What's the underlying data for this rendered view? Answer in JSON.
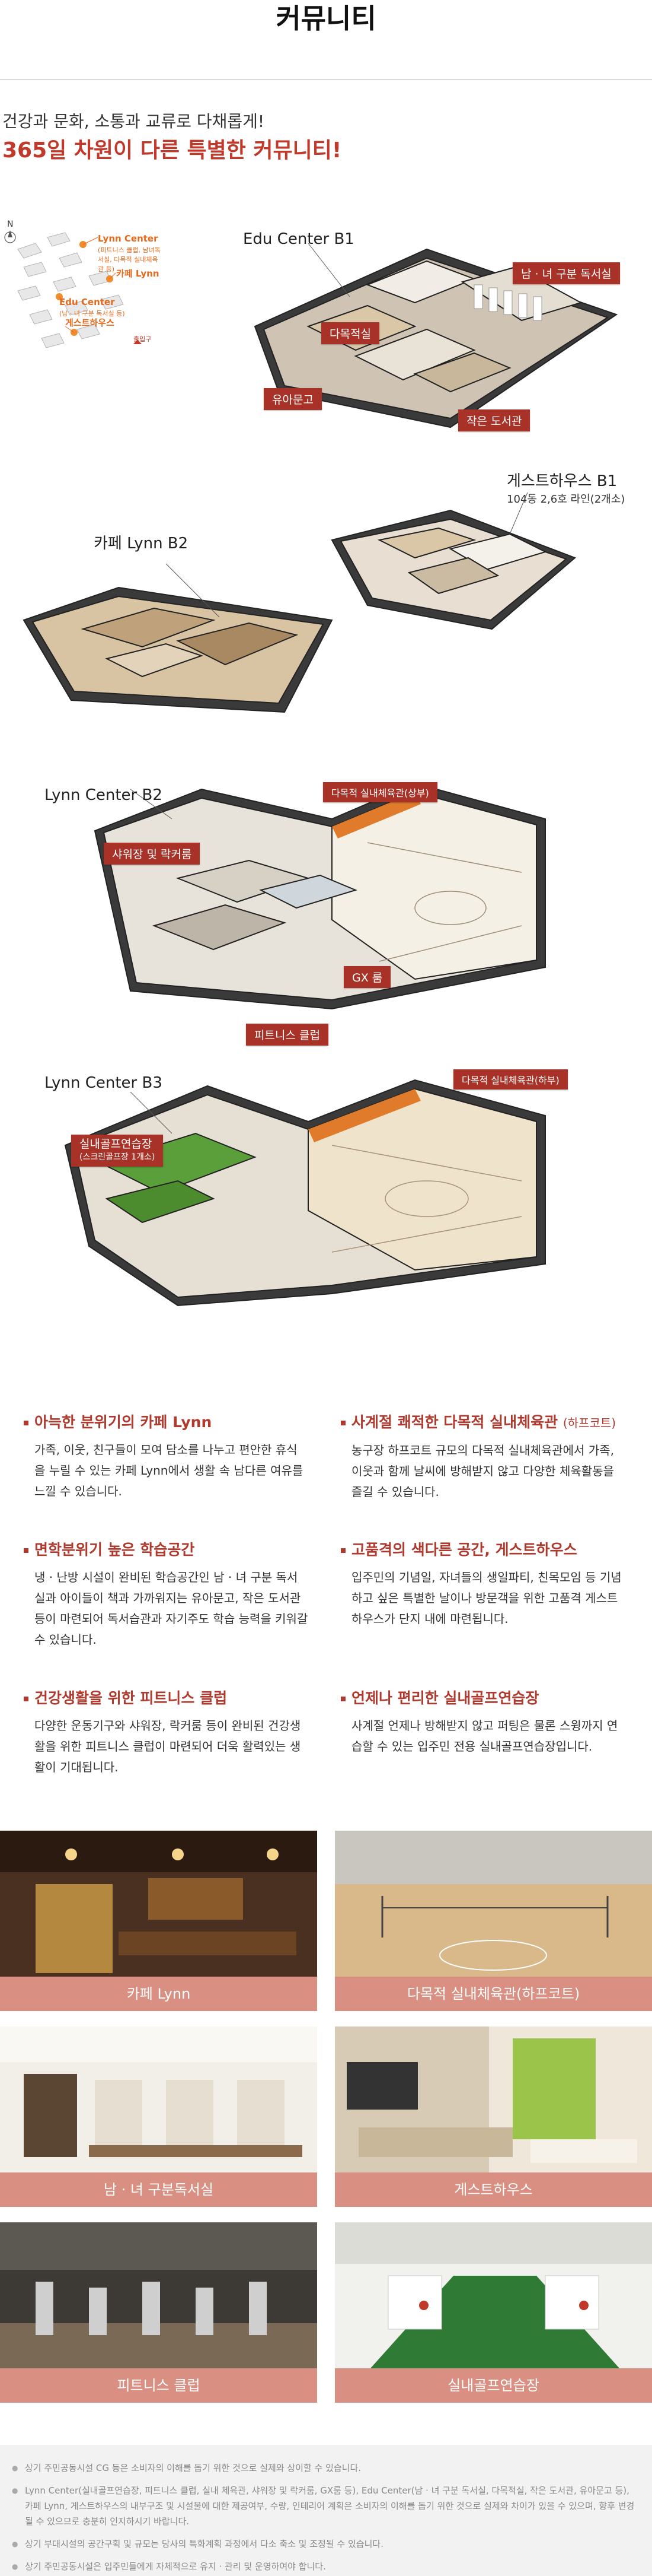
{
  "page": {
    "title": "커뮤니티"
  },
  "intro": {
    "line1": "건강과 문화, 소통과 교류로 다채롭게!",
    "line2": "365일 차원이 다른 특별한 커뮤니티!"
  },
  "site_map": {
    "labels": [
      {
        "name": "Lynn Center",
        "note": "(피트니스 클럽, 남녀독서실, 다목적 실내체육관 등)"
      },
      {
        "name": "카페 Lynn",
        "note": ""
      },
      {
        "name": "Edu Center",
        "note": "(남 · 녀 구분 독서실 등)"
      },
      {
        "name": "게스트하우스",
        "note": ""
      }
    ],
    "gate_label": "출입구"
  },
  "floors": {
    "edu_center": {
      "label": "Edu Center B1",
      "rooms": [
        "남 · 녀 구분 독서실",
        "다목적실",
        "유아문고",
        "작은 도서관"
      ]
    },
    "guesthouse": {
      "label": "게스트하우스 B1",
      "sub": "104동 2,6호 라인(2개소)"
    },
    "cafe": {
      "label": "카페 Lynn B2"
    },
    "lynn_b2": {
      "label": "Lynn Center B2",
      "rooms": [
        "다목적 실내체육관(상부)",
        "샤워장 및 락커룸",
        "GX 룸",
        "피트니스 클럽"
      ]
    },
    "lynn_b3": {
      "label": "Lynn Center B3",
      "rooms": [
        "다목적 실내체육관(하부)",
        "실내골프연습장"
      ],
      "golf_note": "(스크린골프장 1개소)"
    }
  },
  "features": [
    {
      "title": "아늑한 분위기의 카페 Lynn",
      "tag": "",
      "body": "가족, 이웃, 친구들이 모여 담소를 나누고 편안한 휴식을 누릴 수 있는 카페 Lynn에서 생활 속 남다른 여유를 느낄 수 있습니다."
    },
    {
      "title": "사계절 쾌적한 다목적 실내체육관",
      "tag": "(하프코트)",
      "body": "농구장 하프코트 규모의 다목적 실내체육관에서 가족, 이웃과 함께 날씨에 방해받지 않고 다양한 체육활동을 즐길 수 있습니다."
    },
    {
      "title": "면학분위기 높은 학습공간",
      "tag": "",
      "body": "냉 · 난방 시설이 완비된 학습공간인 남 · 녀 구분 독서실과 아이들이 책과 가까워지는 유아문고, 작은 도서관 등이 마련되어 독서습관과 자기주도 학습 능력을 키워갈 수 있습니다."
    },
    {
      "title": "고품격의 색다른 공간, 게스트하우스",
      "tag": "",
      "body": "입주민의 기념일, 자녀들의 생일파티, 친목모임 등 기념하고 싶은 특별한 날이나 방문객을 위한 고품격 게스트하우스가 단지 내에 마련됩니다."
    },
    {
      "title": "건강생활을 위한 피트니스 클럽",
      "tag": "",
      "body": "다양한 운동기구와 샤워장, 락커룸 등이 완비된 건강생활을 위한 피트니스 클럽이 마련되어 더욱 활력있는 생활이 기대됩니다."
    },
    {
      "title": "언제나 편리한 실내골프연습장",
      "tag": "",
      "body": "사계절 언제나 방해받지 않고 퍼팅은 물론 스윙까지 연습할 수 있는 입주민 전용 실내골프연습장입니다."
    }
  ],
  "gallery": [
    {
      "caption": "카페 Lynn",
      "scene": "cafe"
    },
    {
      "caption": "다목적 실내체육관(하프코트)",
      "scene": "gym"
    },
    {
      "caption": "남 · 녀 구분독서실",
      "scene": "reading"
    },
    {
      "caption": "게스트하우스",
      "scene": "guesthouse"
    },
    {
      "caption": "피트니스 클럽",
      "scene": "fitness"
    },
    {
      "caption": "실내골프연습장",
      "scene": "golf"
    }
  ],
  "notes": [
    "상기 주민공동시설 CG 등은 소비자의 이해를 돕기 위한 것으로 실제와 상이할 수 있습니다.",
    "Lynn Center(실내골프연습장, 피트니스 클럽, 실내 체육관, 샤워장 및 락커룸, GX룸 등), Edu Center(남 · 녀 구분 독서실, 다목적실, 작은 도서관, 유아문고 등), 카페 Lynn, 게스트하우스의 내부구조 및 시설물에 대한 제공여부, 수량, 인테리어 계획은 소비자의 이해를 돕기 위한 것으로 실제와 차이가 있을 수 있으며, 향후 변경될 수 있으므로 충분히 인지하시기 바랍니다.",
    "상기 부대시설의 공간구획 및 규모는 당사의 특화계획 과정에서 다소 축소 및 조정될 수 있습니다.",
    "상기 주민공동시설은 입주민들에게 자체적으로 유지 · 관리 및 운영하여야 합니다."
  ],
  "colors": {
    "accent": "#b03a2e",
    "tag_bg": "#a83227",
    "caption_bg": "#d98f82",
    "site_label": "#e56a1c"
  }
}
